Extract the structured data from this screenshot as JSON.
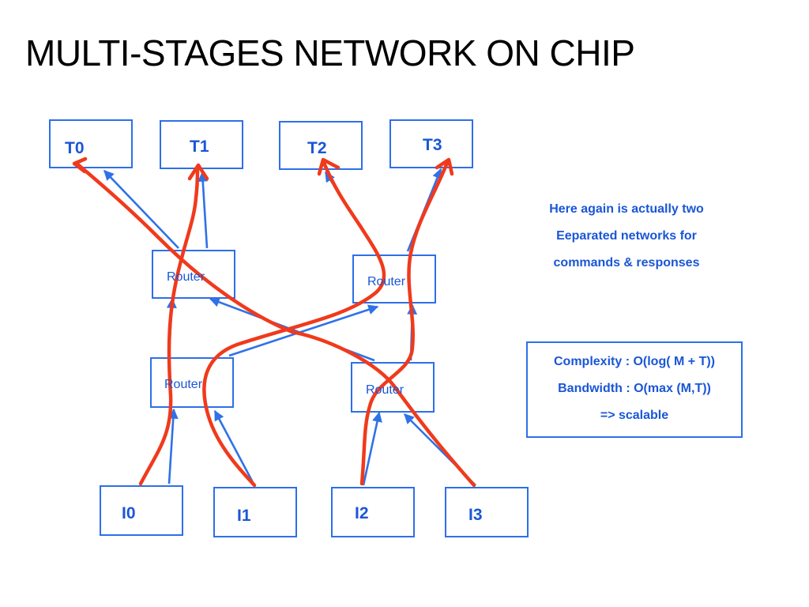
{
  "title": "MULTI-STAGES NETWORK ON CHIP",
  "targets": [
    "T0",
    "T1",
    "T2",
    "T3"
  ],
  "routers": [
    "Router",
    "Router",
    "Router",
    "Router"
  ],
  "initiators": [
    "I0",
    "I1",
    "I2",
    "I3"
  ],
  "note": {
    "line1": "Here again is actually two",
    "line2": "Eeparated networks for",
    "line3": "commands & responses"
  },
  "info": {
    "complexity": "Complexity : O(log( M + T))",
    "bandwidth": "Bandwidth :  O(max (M,T))",
    "conclusion": "=> scalable"
  },
  "colors": {
    "blue_link": "#2f72e8",
    "red_path": "#f03a1c",
    "box_border": "#2e6fe8",
    "text_blue": "#1a56d6"
  }
}
